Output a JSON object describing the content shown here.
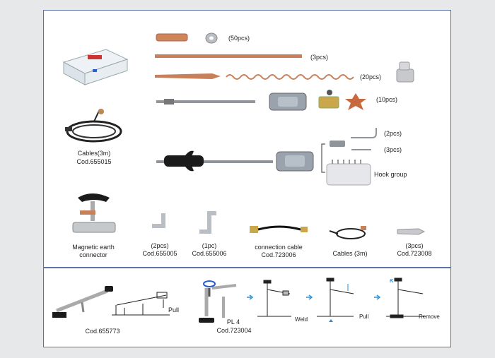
{
  "catalog": {
    "rows": {
      "washer_qty": "(50pcs)",
      "rod_qty": "(3pcs)",
      "wiggle_qty": "(20pcs)",
      "adapter_qty": "(10pcs)",
      "hook_qty_1": "(2pcs)",
      "hook_qty_2": "(3pcs)",
      "hook_group": "Hook group"
    },
    "cables": {
      "label": "Cables(3m)",
      "code": "Cod.655015"
    },
    "accessories": [
      {
        "name": "Magnetic earth",
        "name2": "connector",
        "code": ""
      },
      {
        "name": "(2pcs)",
        "code": "Cod.655005"
      },
      {
        "name": "(1pc)",
        "code": "Cod.655006"
      },
      {
        "name": "connection cable",
        "code": "Cod.723006"
      },
      {
        "name": "Cables (3m)",
        "code": ""
      },
      {
        "name": "(3pcs)",
        "code": "Cod.723008"
      }
    ],
    "bottom": {
      "lever_code": "Cod.655773",
      "pull_label": "Pull",
      "pl4_name": "PL 4",
      "pl4_code": "Cod.723004",
      "steps": [
        "Weld",
        "Pull",
        "Remove"
      ]
    }
  }
}
